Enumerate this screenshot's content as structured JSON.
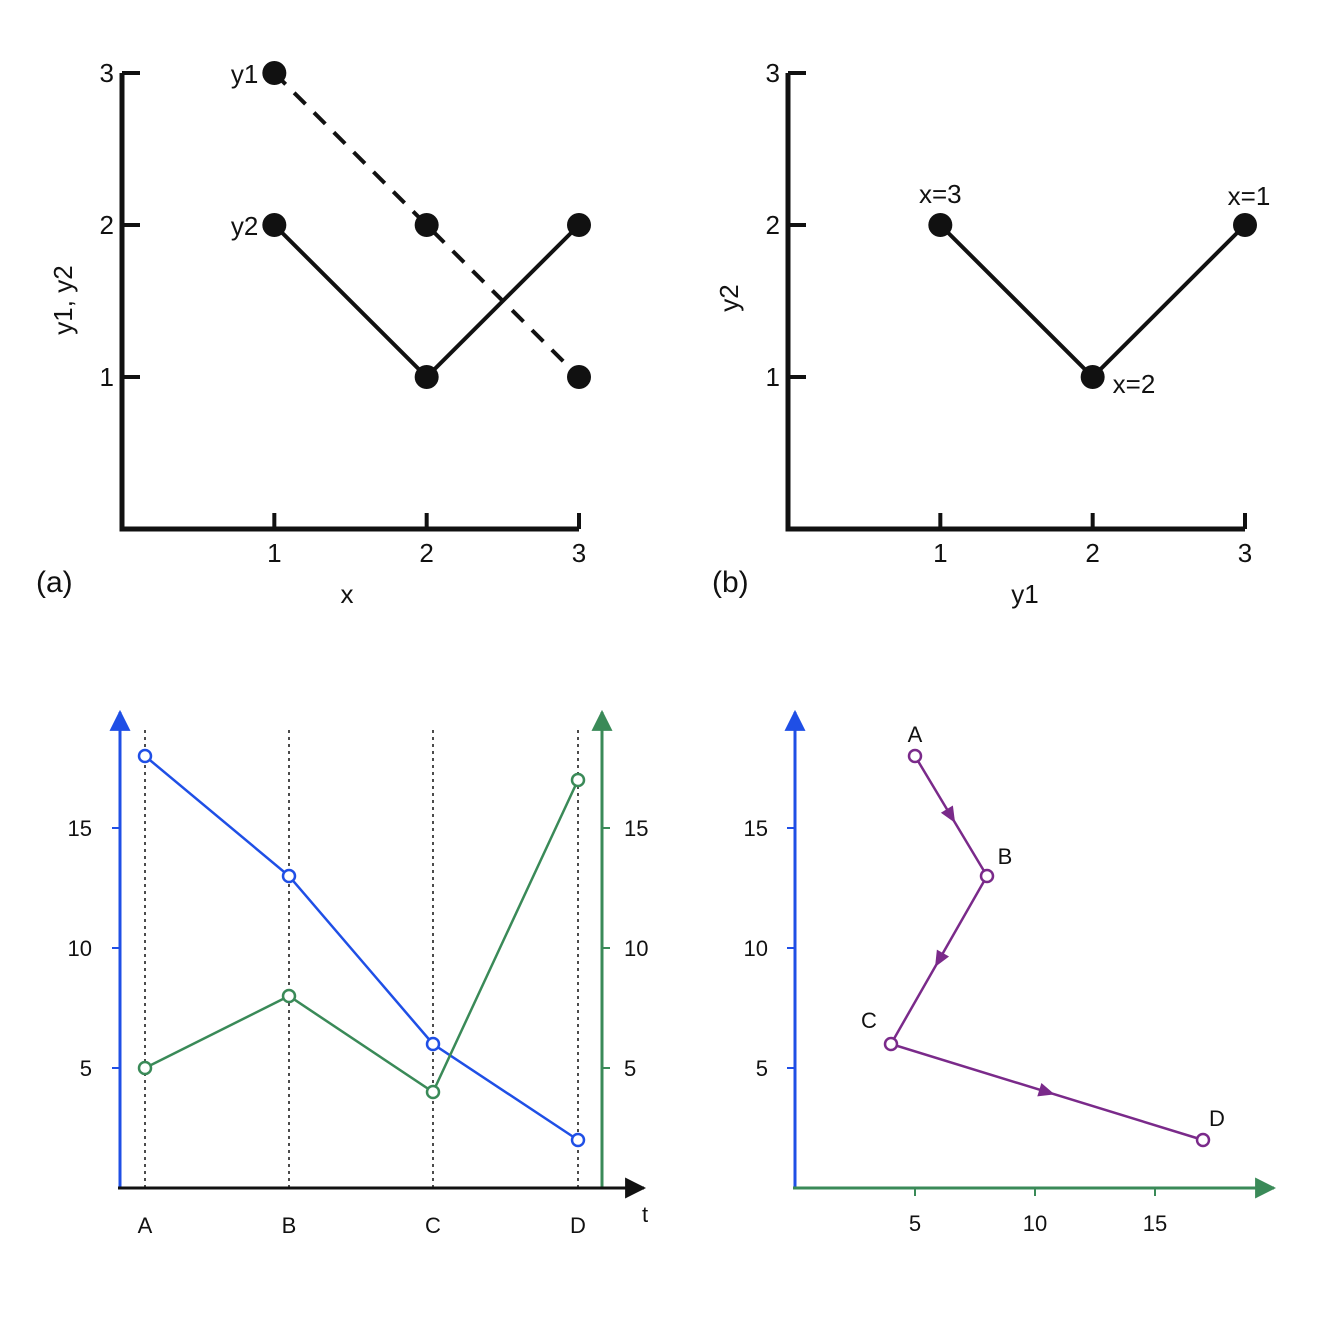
{
  "colors": {
    "ink": "#111111",
    "blue": "#1f4fe6",
    "green": "#3a8a58",
    "purple": "#7a2a8a"
  },
  "chart_data": [
    {
      "id": "a",
      "type": "line",
      "panel_label": "(a)",
      "xlabel": "x",
      "ylabel": "y1, y2",
      "xticks": [
        "1",
        "2",
        "3"
      ],
      "yticks": [
        "1",
        "2",
        "3"
      ],
      "xlim": [
        0,
        3
      ],
      "ylim": [
        0,
        3
      ],
      "series": [
        {
          "name": "y1",
          "style": "dashed",
          "x": [
            1,
            2,
            3
          ],
          "y": [
            3,
            2,
            1
          ]
        },
        {
          "name": "y2",
          "style": "solid",
          "x": [
            1,
            2,
            3
          ],
          "y": [
            2,
            1,
            2
          ]
        }
      ]
    },
    {
      "id": "b",
      "type": "line",
      "panel_label": "(b)",
      "xlabel": "y1",
      "ylabel": "y2",
      "xticks": [
        "1",
        "2",
        "3"
      ],
      "yticks": [
        "1",
        "2",
        "3"
      ],
      "xlim": [
        0,
        3
      ],
      "ylim": [
        0,
        3
      ],
      "points": [
        {
          "x": 1,
          "y": 2,
          "label": "x=3"
        },
        {
          "x": 2,
          "y": 1,
          "label": "x=2"
        },
        {
          "x": 3,
          "y": 2,
          "label": "x=1"
        }
      ]
    },
    {
      "id": "c",
      "type": "line",
      "xlabel": "t",
      "categories": [
        "A",
        "B",
        "C",
        "D"
      ],
      "yticks": [
        "5",
        "10",
        "15"
      ],
      "ylim": [
        0,
        19
      ],
      "series": [
        {
          "axis": "left",
          "color": "#1f4fe6",
          "values": [
            18,
            13,
            6,
            2
          ]
        },
        {
          "axis": "right",
          "color": "#3a8a58",
          "values": [
            5,
            8,
            4,
            17
          ]
        }
      ]
    },
    {
      "id": "d",
      "type": "line",
      "xticks": [
        "5",
        "10",
        "15"
      ],
      "yticks": [
        "5",
        "10",
        "15"
      ],
      "xlim": [
        0,
        20
      ],
      "ylim": [
        0,
        19
      ],
      "points": [
        {
          "label": "A",
          "x": 5,
          "y": 18
        },
        {
          "label": "B",
          "x": 8,
          "y": 13
        },
        {
          "label": "C",
          "x": 4,
          "y": 6
        },
        {
          "label": "D",
          "x": 17,
          "y": 2
        }
      ]
    }
  ]
}
